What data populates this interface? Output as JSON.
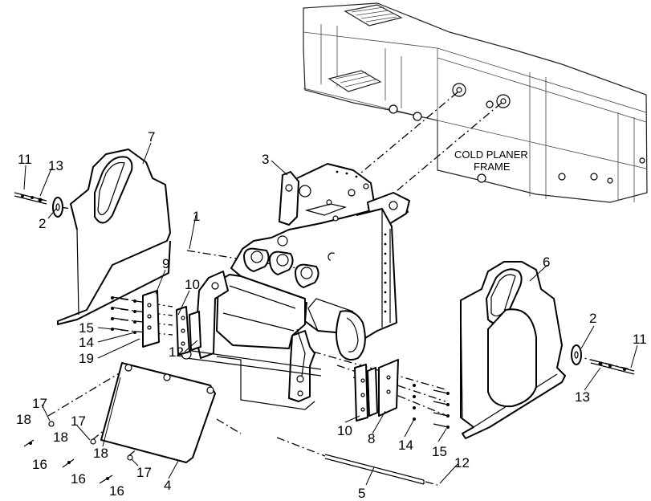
{
  "frame_label": {
    "line1": "COLD PLANER",
    "line2": "FRAME"
  },
  "callouts": [
    {
      "id": "c11a",
      "text": "11"
    },
    {
      "id": "c13a",
      "text": "13"
    },
    {
      "id": "c2a",
      "text": "2"
    },
    {
      "id": "c7",
      "text": "7"
    },
    {
      "id": "c3",
      "text": "3"
    },
    {
      "id": "c1",
      "text": "1"
    },
    {
      "id": "c9",
      "text": "9"
    },
    {
      "id": "c10a",
      "text": "10"
    },
    {
      "id": "c15a",
      "text": "15"
    },
    {
      "id": "c14a",
      "text": "14"
    },
    {
      "id": "c19",
      "text": "19"
    },
    {
      "id": "c12a",
      "text": "12"
    },
    {
      "id": "c6",
      "text": "6"
    },
    {
      "id": "c2b",
      "text": "2"
    },
    {
      "id": "c11b",
      "text": "11"
    },
    {
      "id": "c13b",
      "text": "13"
    },
    {
      "id": "c17a",
      "text": "17"
    },
    {
      "id": "c18a",
      "text": "18"
    },
    {
      "id": "c16a",
      "text": "16"
    },
    {
      "id": "c17b",
      "text": "17"
    },
    {
      "id": "c18b",
      "text": "18"
    },
    {
      "id": "c16b",
      "text": "16"
    },
    {
      "id": "c18c",
      "text": "18"
    },
    {
      "id": "c17c",
      "text": "17"
    },
    {
      "id": "c16c",
      "text": "16"
    },
    {
      "id": "c4",
      "text": "4"
    },
    {
      "id": "c10b",
      "text": "10"
    },
    {
      "id": "c8",
      "text": "8"
    },
    {
      "id": "c14b",
      "text": "14"
    },
    {
      "id": "c15b",
      "text": "15"
    },
    {
      "id": "c5",
      "text": "5"
    },
    {
      "id": "c12b",
      "text": "12"
    }
  ]
}
